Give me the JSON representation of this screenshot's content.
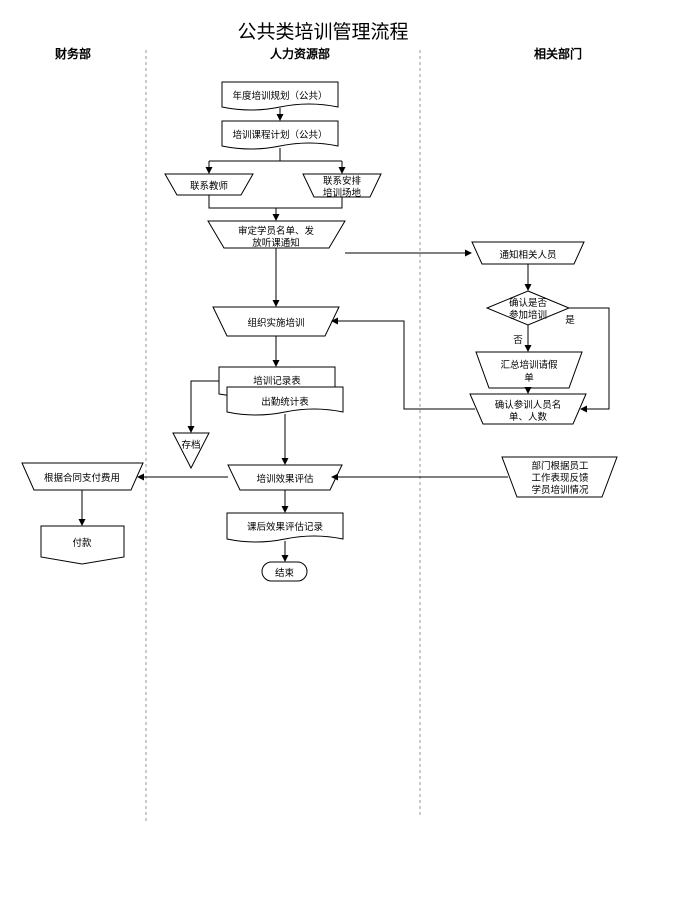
{
  "title": "公共类培训管理流程",
  "lanes": {
    "finance": "财务部",
    "hr": "人力资源部",
    "related": "相关部门"
  },
  "nodes": {
    "annual_plan": "年度培训规划（公共）",
    "course_plan": "培训课程计划（公共）",
    "contact_teacher": "联系教师",
    "arrange_venue_1": "联系安排",
    "arrange_venue_2": "培训场地",
    "approve_list_1": "审定学员名单、发",
    "approve_list_2": "放听课通知",
    "notify_staff": "通知相关人员",
    "confirm_attend_1": "确认是否",
    "confirm_attend_2": "参加培训",
    "yes": "是",
    "no": "否",
    "summarize_leave_1": "汇总培训请假",
    "summarize_leave_2": "单",
    "confirm_count_1": "确认参训人员名",
    "confirm_count_2": "单、人数",
    "organize_training": "组织实施培训",
    "training_record": "培训记录表",
    "attendance": "出勤统计表",
    "archive": "存档",
    "effect_eval": "培训效果评估",
    "pay_by_contract": "根据合同支付费用",
    "payment": "付款",
    "after_eval_record": "课后效果评估记录",
    "end": "结束",
    "dept_feedback_1": "部门根据员工",
    "dept_feedback_2": "工作表现反馈",
    "dept_feedback_3": "学员培训情况"
  }
}
